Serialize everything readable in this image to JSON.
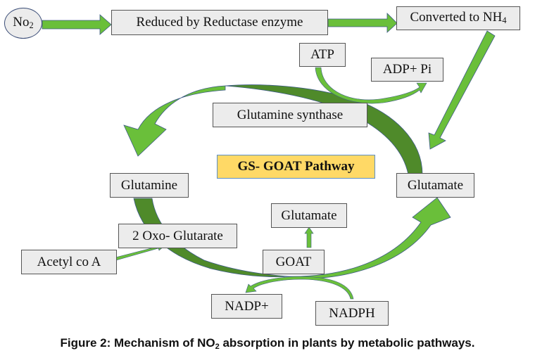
{
  "figure": {
    "caption_prefix": "Figure 2: Mechanism of NO",
    "caption_sub": "2",
    "caption_suffix": " absorption in plants by metabolic pathways.",
    "title": "GS- GOAT Pathway"
  },
  "nodes": {
    "no2": {
      "main": "No",
      "sub": "2"
    },
    "reductase": "Reduced by Reductase enzyme",
    "nh4": {
      "main": "Converted to NH",
      "sub": "4"
    },
    "atp": "ATP",
    "adp": "ADP+ Pi",
    "gs": "Glutamine synthase",
    "glutamine": "Glutamine",
    "glutamate_right": "Glutamate",
    "oxo": "2 Oxo- Glutarate",
    "acetyl": "Acetyl co A",
    "glutamate_mid": "Glutamate",
    "goat": "GOAT",
    "nadp": "NADP+",
    "nadph": "NADPH"
  },
  "colors": {
    "arrow_light": "#6abf3a",
    "arrow_dark": "#4f8a2a",
    "arrow_outline": "#3c5a86",
    "box_fill": "#ececec",
    "title_fill": "#ffd966"
  }
}
